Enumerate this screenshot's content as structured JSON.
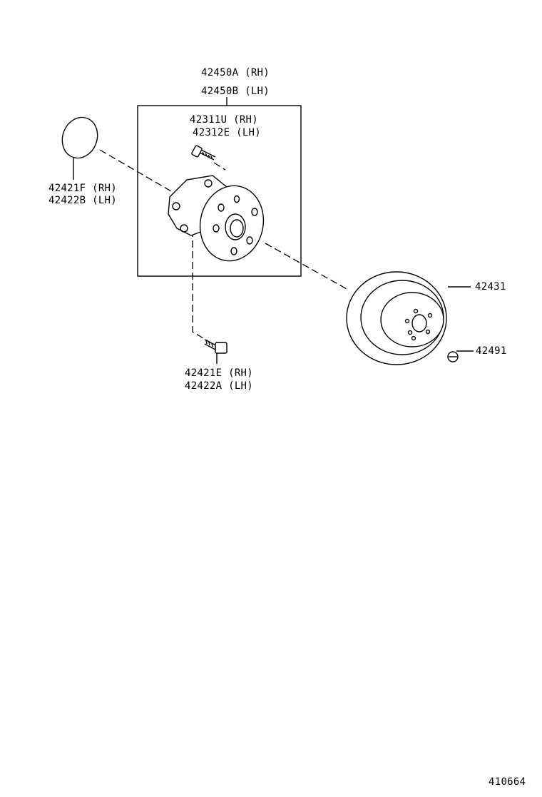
{
  "labels": {
    "assembly_rh": "42450A (RH)",
    "assembly_lh": "42450B (LH)",
    "stud_rh": "42311U (RH)",
    "stud_lh": "42312E (LH)",
    "cap_rh": "42421F (RH)",
    "cap_lh": "42422B (LH)",
    "bolt_rh": "42421E (RH)",
    "bolt_lh": "42422A (LH)",
    "disc": "42431",
    "plug": "42491"
  },
  "figure_id": "410664"
}
